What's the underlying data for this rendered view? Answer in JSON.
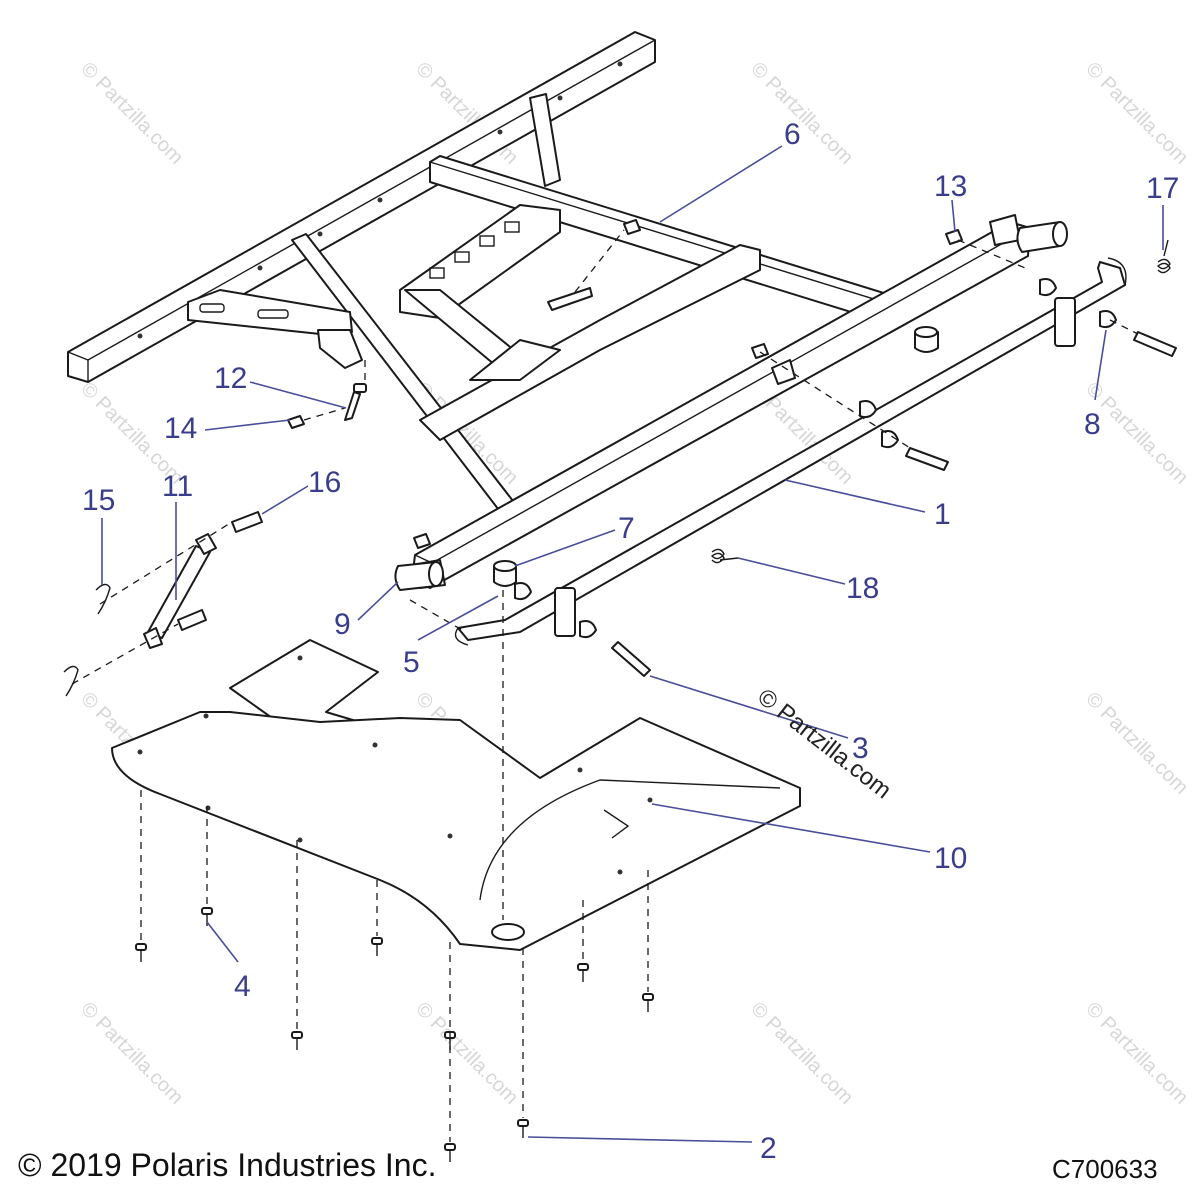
{
  "watermark": {
    "text": "© Partzilla.com",
    "main_text": "© Partzilla.com"
  },
  "copyright": "© 2019 Polaris Industries Inc.",
  "figure_code": "C700633",
  "callouts": [
    {
      "id": "1",
      "label": "1"
    },
    {
      "id": "2",
      "label": "2"
    },
    {
      "id": "3",
      "label": "3"
    },
    {
      "id": "4",
      "label": "4"
    },
    {
      "id": "5",
      "label": "5"
    },
    {
      "id": "6",
      "label": "6"
    },
    {
      "id": "7",
      "label": "7"
    },
    {
      "id": "8",
      "label": "8"
    },
    {
      "id": "9",
      "label": "9"
    },
    {
      "id": "10",
      "label": "10"
    },
    {
      "id": "11",
      "label": "11"
    },
    {
      "id": "12",
      "label": "12"
    },
    {
      "id": "13",
      "label": "13"
    },
    {
      "id": "14",
      "label": "14"
    },
    {
      "id": "15",
      "label": "15"
    },
    {
      "id": "16",
      "label": "16"
    },
    {
      "id": "17",
      "label": "17"
    },
    {
      "id": "18",
      "label": "18"
    }
  ]
}
